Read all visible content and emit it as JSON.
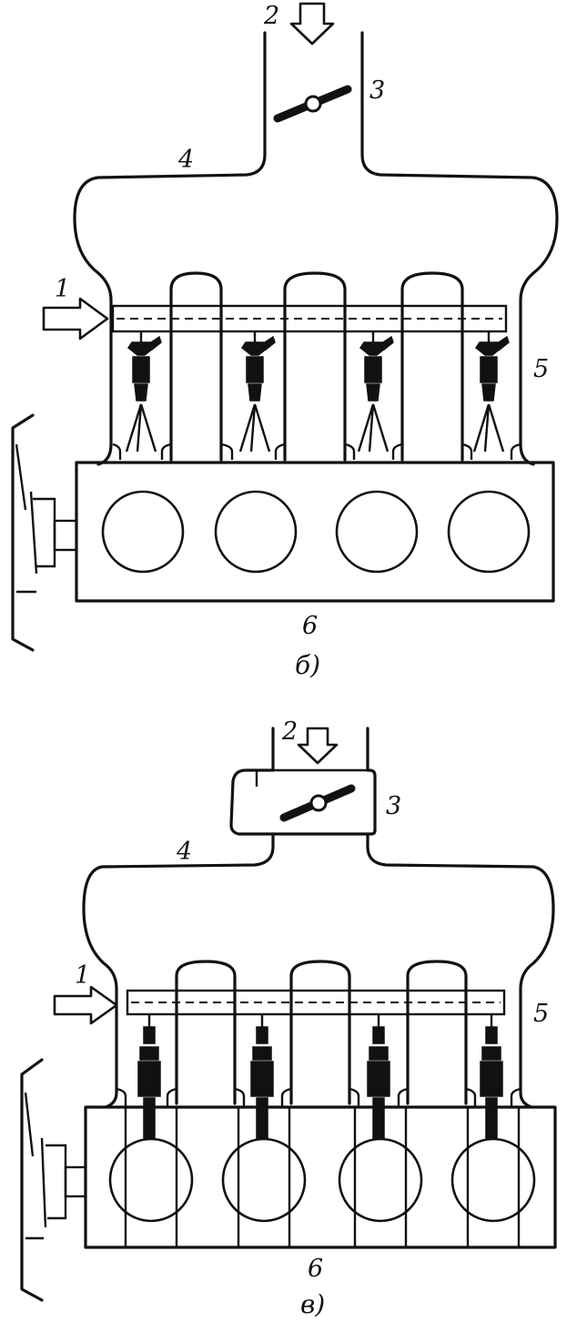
{
  "diagram_b": {
    "caption": "б)",
    "labels": {
      "fuel": "1",
      "air": "2",
      "throttle": "3",
      "manifold": "4",
      "rail": "5",
      "engine": "6"
    }
  },
  "diagram_v": {
    "caption": "в)",
    "labels": {
      "fuel": "1",
      "air": "2",
      "throttle": "3",
      "manifold": "4",
      "rail": "5",
      "engine": "6"
    }
  }
}
